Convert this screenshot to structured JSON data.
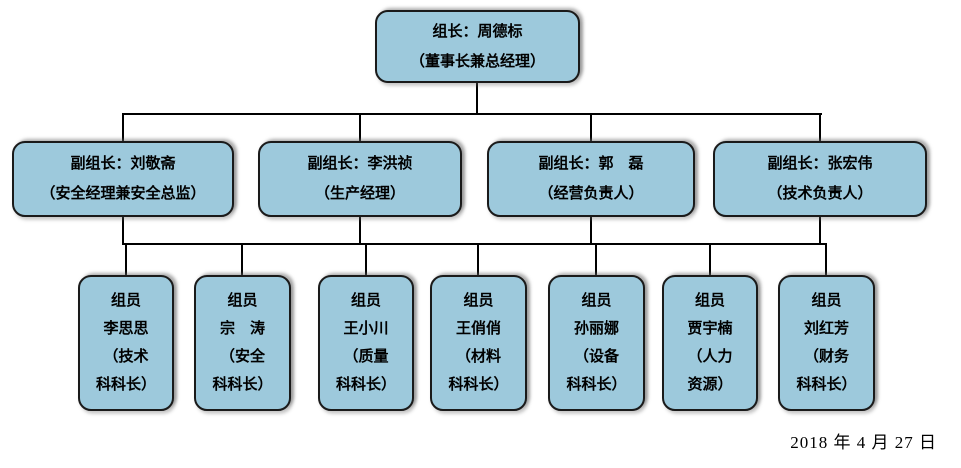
{
  "org": {
    "leader": {
      "title_line": "组长：周德标",
      "role_line": "（董事长兼总经理）"
    },
    "deputies": [
      {
        "title_line": "副组长：刘敬斋",
        "role_line": "（安全经理兼安全总监）"
      },
      {
        "title_line": "副组长：李洪祯",
        "role_line": "（生产经理）"
      },
      {
        "title_line": "副组长：郭　磊",
        "role_line": "（经营负责人）"
      },
      {
        "title_line": "副组长：张宏伟",
        "role_line": "（技术负责人）"
      }
    ],
    "members": [
      {
        "lines": [
          "组员",
          "李思思",
          "（技术",
          "科科长）"
        ]
      },
      {
        "lines": [
          "组员",
          "宗　涛",
          "（安全",
          "科科长）"
        ]
      },
      {
        "lines": [
          "组员",
          "王小川",
          "（质量",
          "科科长）"
        ]
      },
      {
        "lines": [
          "组员",
          "王俏俏",
          "（材料",
          "科科长）"
        ]
      },
      {
        "lines": [
          "组员",
          "孙丽娜",
          "（设备",
          "科科长）"
        ]
      },
      {
        "lines": [
          "组员",
          "贾宇楠",
          "（人力",
          "资源）"
        ]
      },
      {
        "lines": [
          "组员",
          "刘红芳",
          "（财务",
          "科科长）"
        ]
      }
    ],
    "date": "2018 年 4 月 27 日",
    "colors": {
      "box_fill": "#9DC9DC",
      "box_border": "#1A1A1A",
      "connector": "#000000",
      "text": "#000000",
      "background": "#FFFFFF"
    }
  }
}
